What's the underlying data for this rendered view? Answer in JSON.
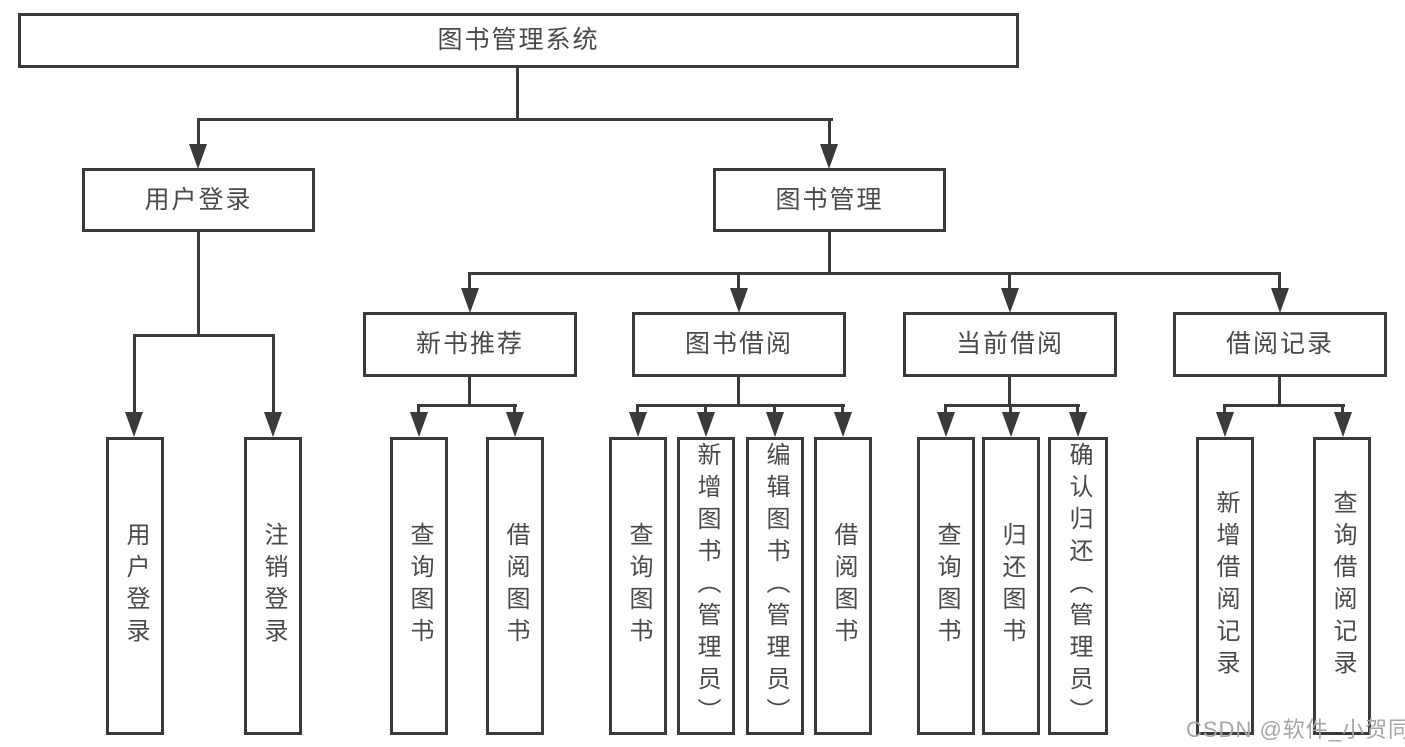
{
  "diagram_type": "tree",
  "tree": {
    "label": "图书管理系统",
    "children": [
      {
        "label": "用户登录",
        "children": [
          {
            "label": "用户登录"
          },
          {
            "label": "注销登录"
          }
        ]
      },
      {
        "label": "图书管理",
        "children": [
          {
            "label": "新书推荐",
            "children": [
              {
                "label": "查询图书"
              },
              {
                "label": "借阅图书"
              }
            ]
          },
          {
            "label": "图书借阅",
            "children": [
              {
                "label": "查询图书"
              },
              {
                "label": "新增图书（管理员）"
              },
              {
                "label": "编辑图书（管理员）"
              },
              {
                "label": "借阅图书"
              }
            ]
          },
          {
            "label": "当前借阅",
            "children": [
              {
                "label": "查询图书"
              },
              {
                "label": "归还图书"
              },
              {
                "label": "确认归还（管理员）"
              }
            ]
          },
          {
            "label": "借阅记录",
            "children": [
              {
                "label": "新增借阅记录"
              },
              {
                "label": "查询借阅记录"
              }
            ]
          }
        ]
      }
    ]
  },
  "watermark": {
    "text": "CSDN @软件_小贺同学"
  },
  "colors": {
    "line": "#3a3a3a",
    "text": "#4a4a4a",
    "watermark_gray": "#a6a6a6",
    "background": "#ffffff"
  }
}
